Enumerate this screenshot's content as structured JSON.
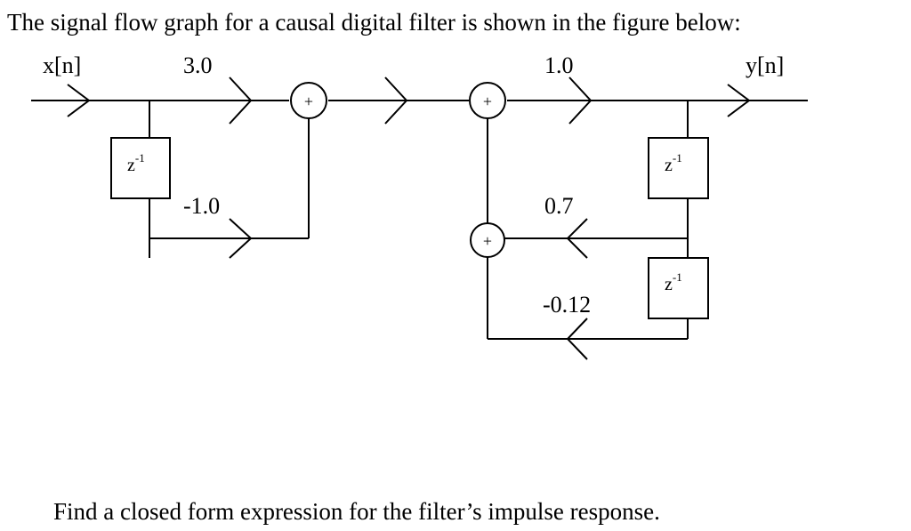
{
  "problem": {
    "intro": "The signal flow graph for a causal digital filter is shown in the figure below:",
    "question": "Find a closed form expression for the filter’s impulse response."
  },
  "graph": {
    "input_label": "x[n]",
    "output_label": "y[n]",
    "gains": {
      "feedforward_direct": "3.0",
      "feedforward_delayed": "-1.0",
      "forward": "1.0",
      "feedback_1": "0.7",
      "feedback_2": "-0.12"
    },
    "delay_base": "z",
    "delay_exponent": "-1",
    "adder_symbol": "+"
  }
}
